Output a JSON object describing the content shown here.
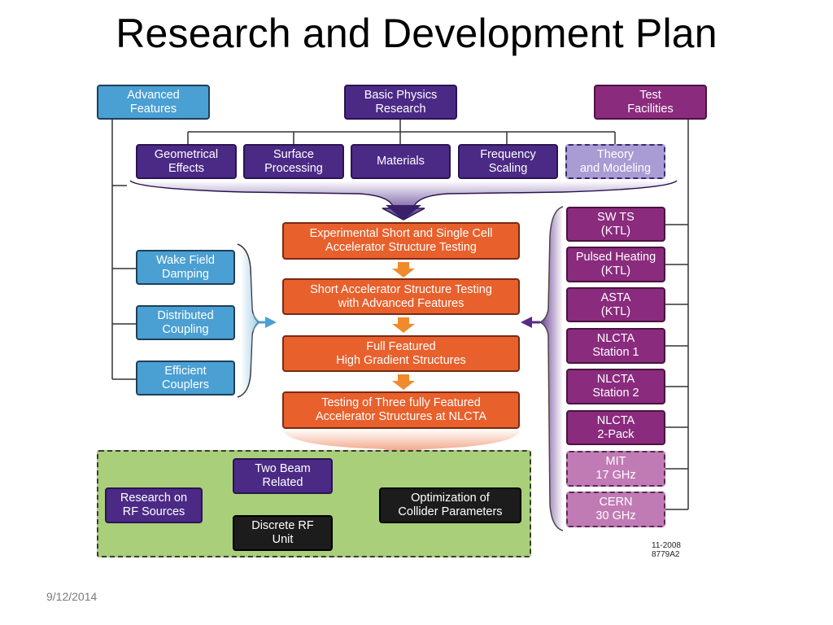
{
  "slide": {
    "title": "Research and Development Plan",
    "date": "9/12/2014",
    "code_line1": "11-2008",
    "code_line2": "8779A2"
  },
  "top": {
    "advanced_features": "Advanced\nFeatures",
    "basic_physics": "Basic Physics\nResearch",
    "test_facilities": "Test\nFacilities"
  },
  "physics_topics": [
    "Geometrical\nEffects",
    "Surface\nProcessing",
    "Materials",
    "Frequency\nScaling",
    "Theory\nand Modeling"
  ],
  "features": [
    "Wake Field\nDamping",
    "Distributed\nCoupling",
    "Efficient\nCouplers"
  ],
  "flow": [
    "Experimental Short and Single Cell\nAccelerator Structure Testing",
    "Short Accelerator Structure Testing\nwith Advanced Features",
    "Full Featured\nHigh Gradient Structures",
    "Testing of Three fully Featured\nAccelerator Structures at NLCTA"
  ],
  "facilities": [
    "SW TS\n(KTL)",
    "Pulsed Heating\n(KTL)",
    "ASTA\n(KTL)",
    "NLCTA\nStation 1",
    "NLCTA\nStation 2",
    "NLCTA\n2-Pack",
    "MIT\n17 GHz",
    "CERN\n30 GHz"
  ],
  "rf": {
    "research": "Research on\nRF Sources",
    "two_beam": "Two Beam\nRelated",
    "discrete": "Discrete RF\nUnit",
    "optimization": "Optimization of\nCollider Parameters"
  },
  "colors": {
    "blue": "#4a9fd3",
    "purple": "#4b2a86",
    "plum": "#8a2b7d",
    "orange": "#e8602c",
    "green": "#a9cf7a"
  }
}
